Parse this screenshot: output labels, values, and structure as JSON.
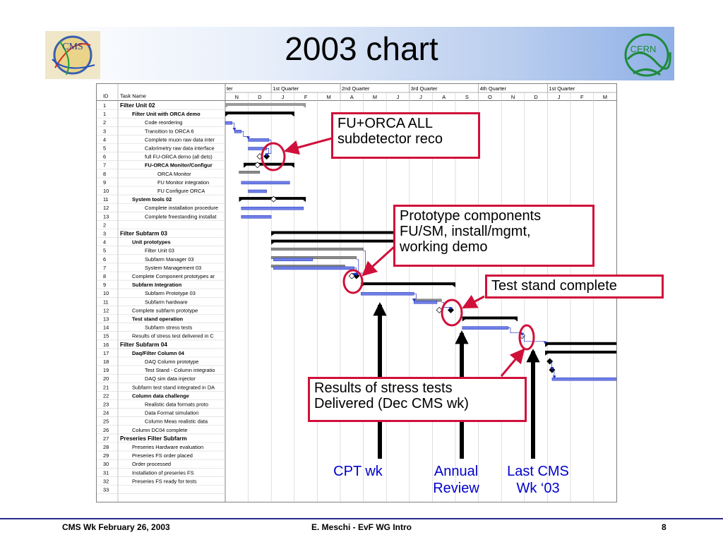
{
  "slide": {
    "title": "2003 chart",
    "footer_left": "CMS Wk February 26, 2003",
    "footer_center": "E. Meschi - EvF WG Intro",
    "footer_right": "8",
    "logo_left_text": "CMS",
    "logo_right_text": "CERN"
  },
  "gantt": {
    "header_left": {
      "id": "ID",
      "task": "Task Name"
    },
    "quarters": [
      "ter",
      "1st Quarter",
      "2nd Quarter",
      "3rd Quarter",
      "4th Quarter",
      "1st Quarter"
    ],
    "months": [
      "N",
      "D",
      "J",
      "F",
      "M",
      "A",
      "M",
      "J",
      "J",
      "A",
      "S",
      "O",
      "N",
      "D",
      "J",
      "F",
      "M"
    ],
    "rows": [
      {
        "id": "1",
        "name": "Filter Unit 02",
        "level": 0
      },
      {
        "id": "1",
        "name": "Filter Unit with ORCA demo",
        "level": 1
      },
      {
        "id": "2",
        "name": "Code reordering",
        "level": 2
      },
      {
        "id": "3",
        "name": "Transition to ORCA 6",
        "level": 2
      },
      {
        "id": "4",
        "name": "Complete muon raw data inter",
        "level": 2
      },
      {
        "id": "5",
        "name": "Calorimetry raw data interface",
        "level": 2
      },
      {
        "id": "6",
        "name": "full FU-ORCA demo (all dets)",
        "level": 2
      },
      {
        "id": "7",
        "name": "FU-ORCA Monitor/Configur",
        "level": 2,
        "bold": true
      },
      {
        "id": "8",
        "name": "ORCA Monitor",
        "level": 3
      },
      {
        "id": "9",
        "name": "FU Monitor integration",
        "level": 3
      },
      {
        "id": "10",
        "name": "FU Configure ORCA",
        "level": 3
      },
      {
        "id": "11",
        "name": "System tools 02",
        "level": 1
      },
      {
        "id": "12",
        "name": "Complete installation procedure",
        "level": 2
      },
      {
        "id": "13",
        "name": "Complete freestanding installat",
        "level": 2
      },
      {
        "id": "2",
        "name": "",
        "level": 0
      },
      {
        "id": "3",
        "name": "Filter Subfarm 03",
        "level": 0
      },
      {
        "id": "4",
        "name": "Unit prototypes",
        "level": 1
      },
      {
        "id": "5",
        "name": "Filter Unit 03",
        "level": 2
      },
      {
        "id": "6",
        "name": "Subfarm Manager 03",
        "level": 2
      },
      {
        "id": "7",
        "name": "System Management 03",
        "level": 2
      },
      {
        "id": "8",
        "name": "Complete Component prototypes ar",
        "level": 1,
        "plain": true
      },
      {
        "id": "9",
        "name": "Subfarm Integration",
        "level": 1
      },
      {
        "id": "10",
        "name": "Subfarm Prototype 03",
        "level": 2
      },
      {
        "id": "11",
        "name": "Subfarm hardware",
        "level": 2
      },
      {
        "id": "12",
        "name": "Complete subfarm prototype",
        "level": 1,
        "plain": true
      },
      {
        "id": "13",
        "name": "Test stand operation",
        "level": 1
      },
      {
        "id": "14",
        "name": "Subfarm stress tests",
        "level": 2
      },
      {
        "id": "15",
        "name": "Results of stress test delivered in C",
        "level": 1,
        "plain": true
      },
      {
        "id": "16",
        "name": "Filter Subfarm 04",
        "level": 0
      },
      {
        "id": "17",
        "name": "Daq/Filter Column 04",
        "level": 1
      },
      {
        "id": "18",
        "name": "DAQ Column prototype",
        "level": 2
      },
      {
        "id": "19",
        "name": "Test Stand - Column integratio",
        "level": 2
      },
      {
        "id": "20",
        "name": "DAQ sim data injector",
        "level": 2
      },
      {
        "id": "21",
        "name": "Subfarm test stand integrated in DA",
        "level": 1,
        "plain": true
      },
      {
        "id": "22",
        "name": "Column data challenge",
        "level": 1
      },
      {
        "id": "23",
        "name": "Realistic data formats proto",
        "level": 2
      },
      {
        "id": "24",
        "name": "Data Format simulation",
        "level": 2
      },
      {
        "id": "25",
        "name": "Column Meas realistic data",
        "level": 2
      },
      {
        "id": "26",
        "name": "Column DC04 complete",
        "level": 1,
        "plain": true
      },
      {
        "id": "27",
        "name": "Preseries Filter Subfarm",
        "level": 0
      },
      {
        "id": "28",
        "name": "Preseries Hardware evaluation",
        "level": 1,
        "plain": true
      },
      {
        "id": "29",
        "name": "Preseries FS order placed",
        "level": 1,
        "plain": true
      },
      {
        "id": "30",
        "name": "Order processed",
        "level": 1,
        "plain": true
      },
      {
        "id": "31",
        "name": "Installation of preseries FS",
        "level": 1,
        "plain": true
      },
      {
        "id": "32",
        "name": "Preseries FS ready for tests",
        "level": 1,
        "plain": true
      },
      {
        "id": "33",
        "name": "",
        "level": 0
      }
    ]
  },
  "callouts": {
    "fu_orca": [
      "FU+ORCA ALL",
      "subdetector reco"
    ],
    "prototype": [
      "Prototype components",
      "FU/SM, install/mgmt,",
      "working demo"
    ],
    "test_stand": [
      "Test stand complete"
    ],
    "results": [
      "Results of stress tests",
      "Delivered (Dec CMS wk)"
    ]
  },
  "bottom_labels": {
    "cpt": [
      "CPT wk"
    ],
    "annual": [
      "Annual",
      "Review"
    ],
    "last_cms": [
      "Last CMS",
      "Wk ‘03"
    ]
  },
  "colors": {
    "callout_border": "#d0103a",
    "label_blue": "#0000cc",
    "bar_blue": "#6f7fe8",
    "summary": "#000000"
  }
}
